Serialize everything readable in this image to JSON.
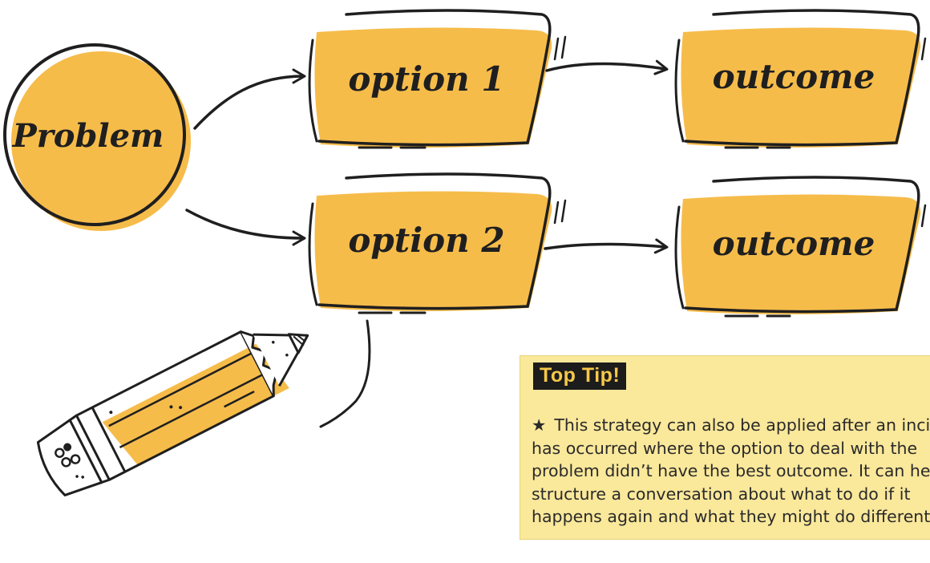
{
  "nodes": {
    "problem": "Problem",
    "option1": "option 1",
    "option2": "option 2",
    "outcome1": "outcome",
    "outcome2": "outcome"
  },
  "tip": {
    "title": "Top Tip!",
    "star": "★",
    "body": "This strategy can also be applied after an incident\nhas occurred where the option to deal with the\nproblem didn’t have the best outcome. It can help\nstructure a conversation about what to do if it\nhappens again and what they might do differently."
  },
  "colors": {
    "fill": "#f6bc4a",
    "ink": "#1f1f1f",
    "tip_bg": "#fae89b"
  }
}
